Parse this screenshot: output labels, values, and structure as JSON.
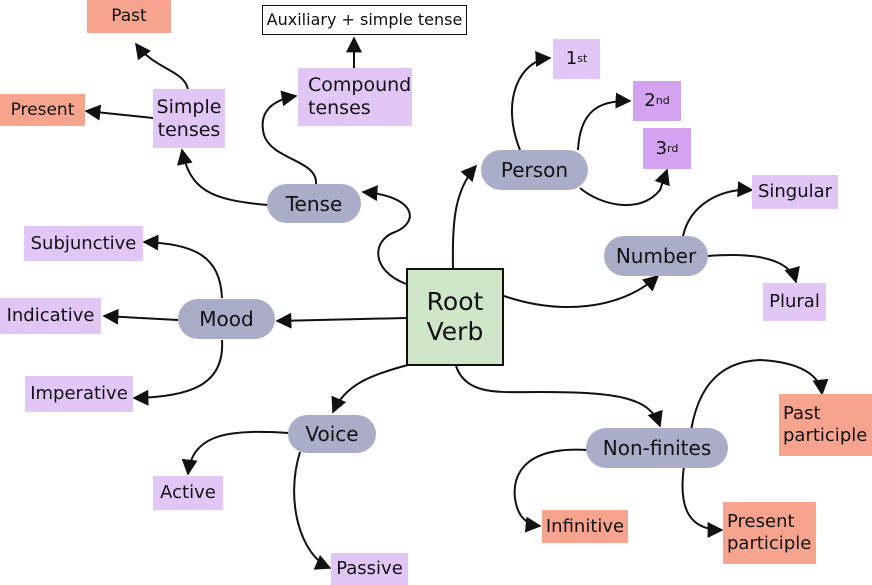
{
  "root": {
    "line1": "Root",
    "line2": "Verb"
  },
  "branches": {
    "tense": "Tense",
    "mood": "Mood",
    "voice": "Voice",
    "person": "Person",
    "number": "Number",
    "nonfinites": "Non-finites"
  },
  "tense": {
    "simple": {
      "line1": "Simple",
      "line2": "tenses"
    },
    "compound": {
      "line1": "Compound",
      "line2": "tenses"
    },
    "past": "Past",
    "present": "Present",
    "auxiliary": "Auxiliary + simple tense"
  },
  "mood": {
    "subjunctive": "Subjunctive",
    "indicative": "Indicative",
    "imperative": "Imperative"
  },
  "voice": {
    "active": "Active",
    "passive": "Passive"
  },
  "person": {
    "first": {
      "num": "1",
      "sup": "st"
    },
    "second": {
      "num": "2",
      "sup": "nd"
    },
    "third": {
      "num": "3",
      "sup": "rd"
    }
  },
  "number": {
    "singular": "Singular",
    "plural": "Plural"
  },
  "nonfinites": {
    "past_participle": {
      "line1": "Past",
      "line2": "participle"
    },
    "present_participle": {
      "line1": "Present",
      "line2": "participle"
    },
    "infinitive": "Infinitive"
  },
  "colors": {
    "branch_pill": "#a9adc7",
    "leaf": "#e2c6f6",
    "leaf_dark": "#d3a3f2",
    "salmon": "#f6a48e",
    "root": "#cfe6c8"
  }
}
